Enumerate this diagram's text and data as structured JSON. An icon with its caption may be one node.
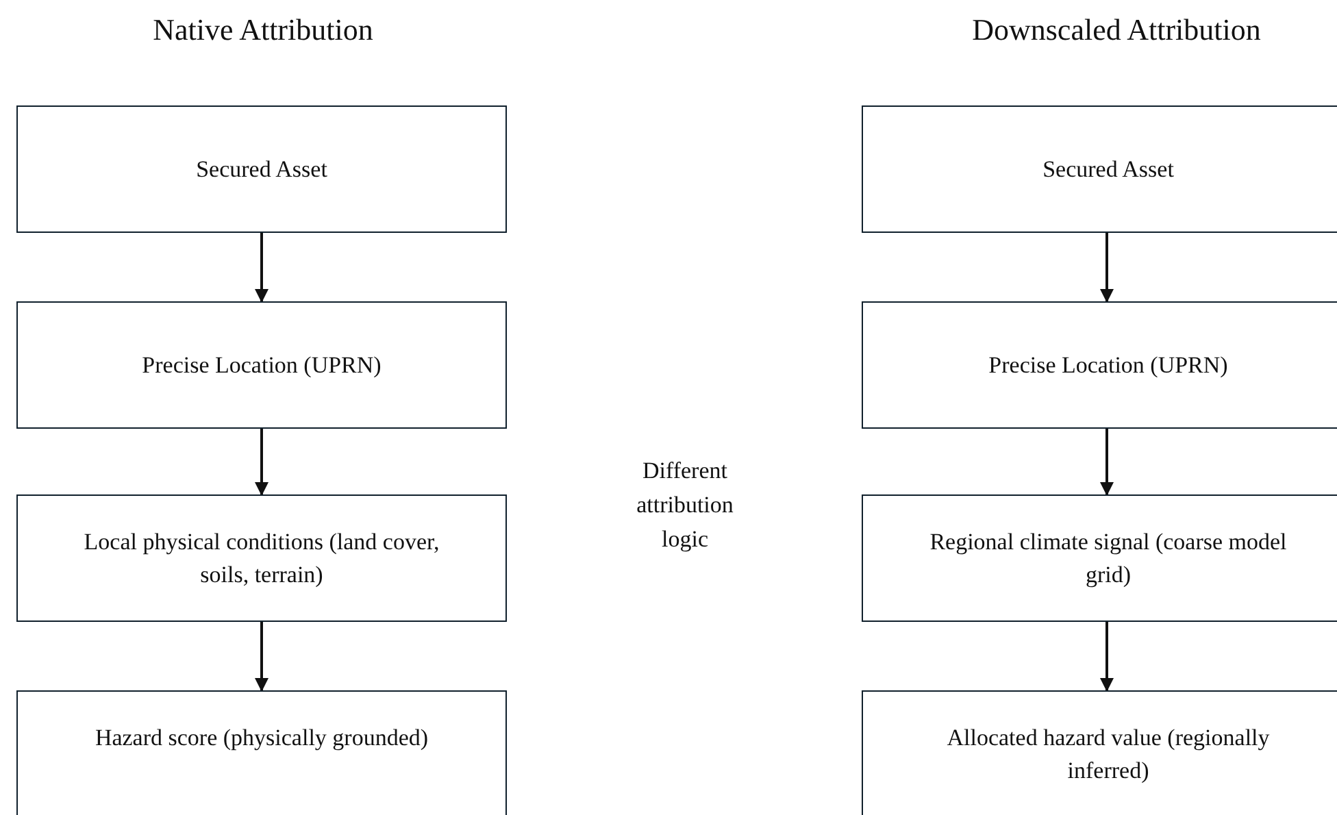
{
  "diagram": {
    "nodes": [
      {
        "text": [
          "Native Attribution"
        ]
      },
      {
        "text": [
          "Secured Asset"
        ]
      },
      {
        "text": [
          "Precise Location (UPRN)"
        ]
      },
      {
        "text": [
          "Local physical conditions (land cover, soils, terrain)"
        ]
      },
      {
        "text": [
          "Hazard score (physically grounded)"
        ]
      },
      {
        "text": [
          "Downscaled Attribution"
        ]
      },
      {
        "text": [
          "Secured Asset"
        ]
      },
      {
        "text": [
          "Precise Location (UPRN)"
        ]
      },
      {
        "text": [
          "Regional climate signal (coarse model grid)"
        ]
      },
      {
        "text": [
          "Allocated hazard value (regionally inferred)"
        ]
      }
    ],
    "edges": [
      {
        "from": 1,
        "to": 2,
        "arrow": "to"
      },
      {
        "from": 2,
        "to": 3,
        "arrow": "to"
      },
      {
        "from": 3,
        "to": 4,
        "arrow": "to"
      },
      {
        "from": 6,
        "to": 7,
        "arrow": "to"
      },
      {
        "from": 7,
        "to": 8,
        "arrow": "to"
      },
      {
        "from": 8,
        "to": 9,
        "arrow": "to"
      }
    ],
    "labels": [
      "Different attribution logic"
    ]
  }
}
